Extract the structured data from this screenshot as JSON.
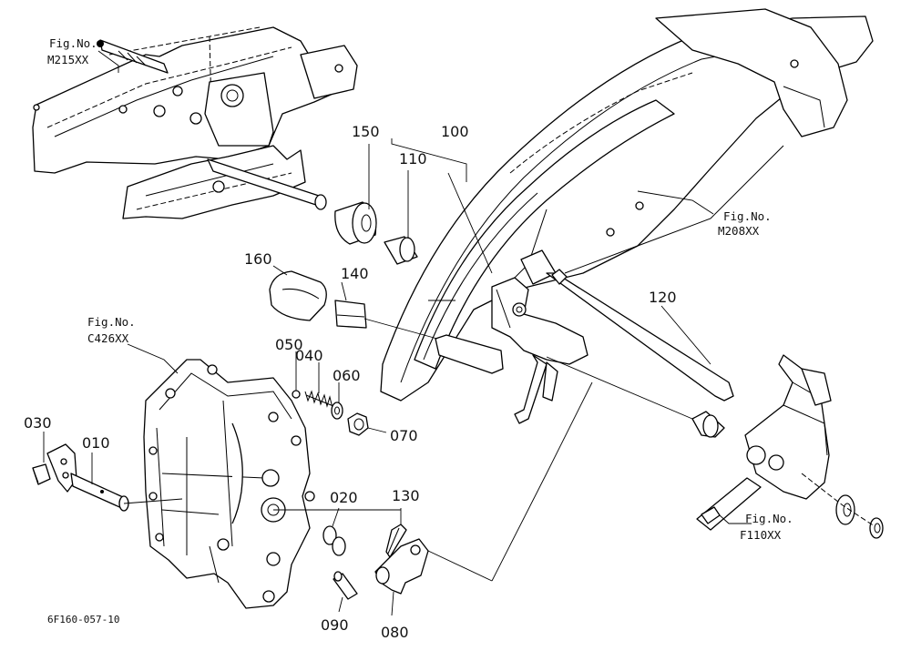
{
  "diagram_id": "6F160-057-10",
  "refs": [
    {
      "key": "m215",
      "line1": "Fig.No.",
      "line2": "M215XX"
    },
    {
      "key": "m208",
      "line1": "Fig.No.",
      "line2": "M208XX"
    },
    {
      "key": "c426",
      "line1": "Fig.No.",
      "line2": "C426XX"
    },
    {
      "key": "f110",
      "line1": "Fig.No.",
      "line2": "F110XX"
    }
  ],
  "parts": {
    "p010": "010",
    "p020": "020",
    "p030": "030",
    "p040": "040",
    "p050": "050",
    "p060": "060",
    "p070": "070",
    "p080": "080",
    "p090": "090",
    "p100": "100",
    "p110": "110",
    "p120": "120",
    "p130": "130",
    "p140": "140",
    "p150": "150",
    "p160": "160"
  }
}
